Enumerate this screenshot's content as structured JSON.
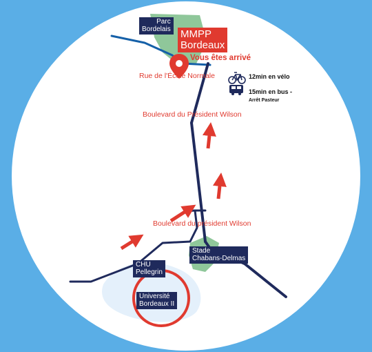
{
  "colors": {
    "background": "#5aaee6",
    "map_circle": "#ffffff",
    "road": "#1f2a5c",
    "road_alt": "#1560a8",
    "accent_red": "#e03a2f",
    "park_green": "#8fc79a",
    "campus_blue": "#e4f0fb"
  },
  "places": {
    "parc": "Parc\nBordelais",
    "mmpp": "MMPP\nBordeaux",
    "stade": "Stade\nChabans-Delmas",
    "chu": "CHU\nPellegrin",
    "universite": "Université\nBordeaux II"
  },
  "destination": {
    "label": "Vous êtes arrivé",
    "icon": "map-pin-icon"
  },
  "roads": {
    "ecole_normale": "Rue de l'École Normale",
    "wilson_upper": "Boulevard du Président Wilson",
    "wilson_lower": "Boulevard du président Wilson"
  },
  "transport": {
    "bike": {
      "icon": "bicycle-icon",
      "text": "12min en vélo"
    },
    "bus": {
      "icon": "bus-icon",
      "text": "15min en bus -",
      "subtext": "Arrêt Pasteur"
    }
  },
  "direction_arrows": {
    "icon": "arrow-up-icon",
    "count": 4
  }
}
